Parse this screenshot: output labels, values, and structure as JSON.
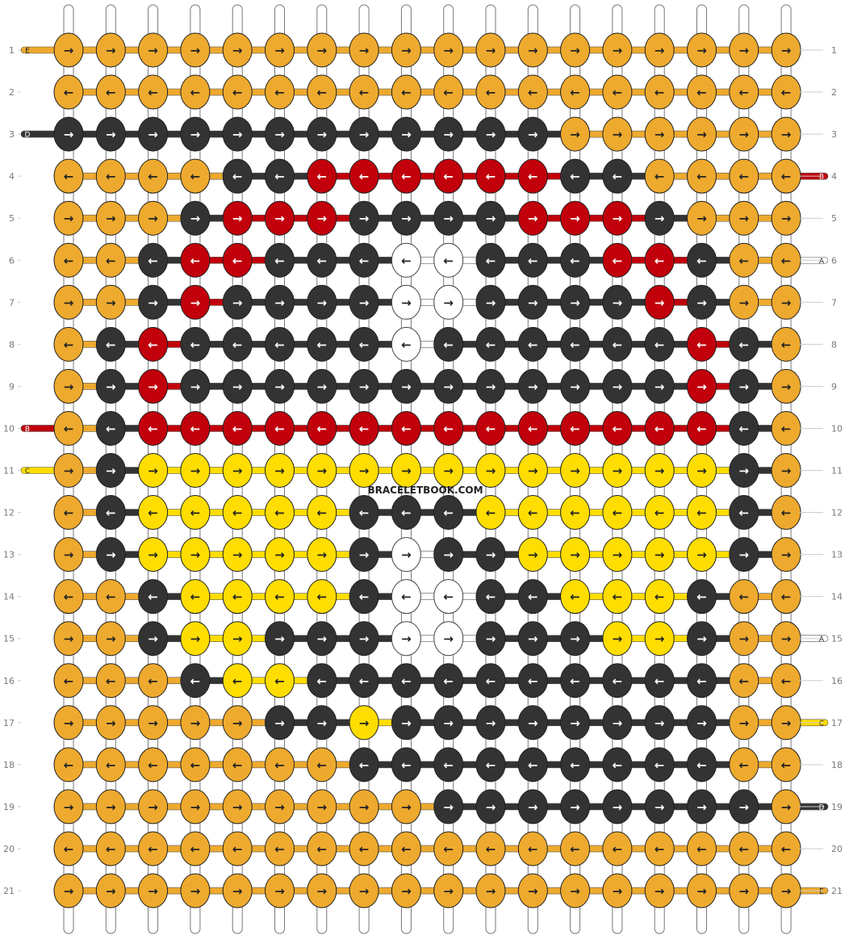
{
  "watermark": "BRACELETBOOK.COM",
  "colors": {
    "A": "#ffffff",
    "B": "#c1000b",
    "C": "#ffdd00",
    "D": "#333333",
    "E": "#eeaa2e"
  },
  "row_numbers": [
    "1",
    "2",
    "3",
    "4",
    "5",
    "6",
    "7",
    "8",
    "9",
    "10",
    "11",
    "12",
    "13",
    "14",
    "15",
    "16",
    "17",
    "18",
    "19",
    "20",
    "21"
  ],
  "left_strings": [
    {
      "row": 1,
      "label": "E"
    },
    {
      "row": 3,
      "label": "D"
    },
    {
      "row": 10,
      "label": "B"
    },
    {
      "row": 11,
      "label": "C"
    }
  ],
  "right_strings": [
    {
      "row": 4,
      "label": "B"
    },
    {
      "row": 6,
      "label": "A"
    },
    {
      "row": 15,
      "label": "A"
    },
    {
      "row": 17,
      "label": "C"
    },
    {
      "row": 19,
      "label": "D"
    },
    {
      "row": 21,
      "label": "E"
    }
  ],
  "knots": [
    "EEEEEEEEEEEEEEEEEE",
    "EEEEEEEEEEEEEEEEEE",
    "DDDDDDDDDDDDEEEEEE",
    "EEEEDDBBBBBBDDEEEE",
    "EEEDBBBDDDDBBBDEEE",
    "EEDBBDDDAADDDBBDEE",
    "EEDBDDDDAADDDDBDEE",
    "EDBDDDDDADDDDDDBDE",
    "EDBDDDDDDDDDDDDBDE",
    "EDBBBBBBBBBBBBBBDE",
    "EDCCCCCCCCCCCCCCDE",
    "EDCCCCCDDDCCCCCCDE",
    "EDCCCCCDADDCCCCCDE",
    "EEDCCCCDAADDCCCDEE",
    "EEDCCDDDAADDDCCDEE",
    "EEEDCCDDDDDDDDDDEE",
    "EEEEEDDCDDDDDDDDEE",
    "EEEEEEEDDDDDDDDDEE",
    "EEEEEEEEEDDDDDDDDE",
    "EEEEEEEEEEEEEEEEEE",
    "EEEEEEEEEEEEEEEEEE"
  ]
}
